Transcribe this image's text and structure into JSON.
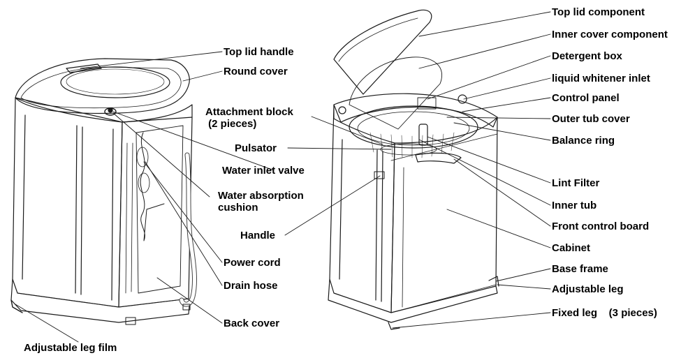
{
  "labels": {
    "top_lid_handle": "Top lid handle",
    "round_cover": "Round cover",
    "attachment_block": "Attachment block\n (2 pieces)",
    "pulsator": "Pulsator",
    "water_inlet_valve": "Water inlet valve",
    "water_absorption_cushion": "Water absorption\ncushion",
    "handle": "Handle",
    "power_cord": "Power cord",
    "drain_hose": "Drain hose",
    "back_cover": "Back cover",
    "adjustable_leg_film": "Adjustable leg film",
    "top_lid_component": "Top lid component",
    "inner_cover_component": "Inner cover component",
    "detergent_box": "Detergent box",
    "liquid_whitener_inlet": "liquid whitener inlet",
    "control_panel": "Control  panel",
    "outer_tub_cover": "Outer tub cover",
    "balance_ring": "Balance ring",
    "lint_filter": "Lint Filter",
    "inner_tub": "Inner tub",
    "front_control_board": "Front control board",
    "cabinet": "Cabinet",
    "base_frame": "Base frame",
    "adjustable_leg": "Adjustable leg",
    "fixed_leg": "Fixed leg    (3 pieces)"
  },
  "colors": {
    "line": "#1a1a1a",
    "text": "#000000"
  }
}
